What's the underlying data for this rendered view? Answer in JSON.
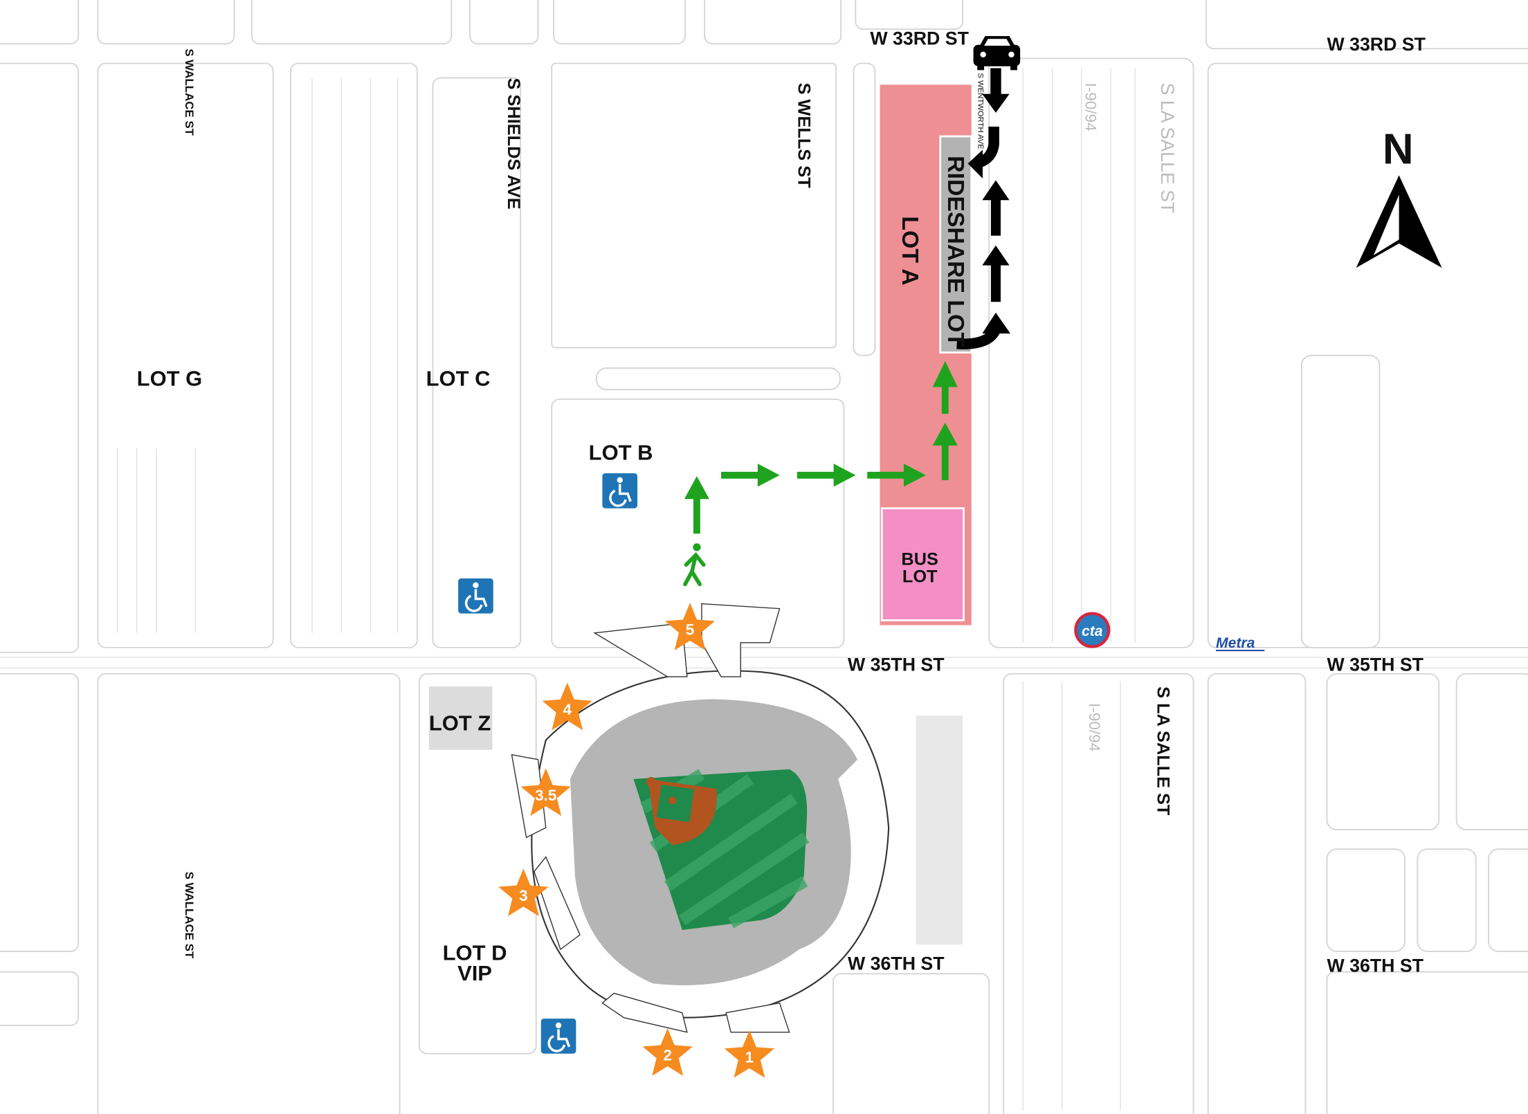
{
  "streets": {
    "w33_left": "W 33RD ST",
    "w33_right": "W 33RD ST",
    "w35_left": "W 35TH ST",
    "w35_right": "W 35TH ST",
    "w36_left": "W 36TH ST",
    "w36_right": "W 36TH ST",
    "wallace_top": "S WALLACE ST",
    "wallace_bottom": "S WALLACE ST",
    "shields": "S SHIELDS AVE",
    "wells": "S WELLS ST",
    "wentworth": "S WENTWORTH AVE",
    "lasalle_top": "S LA SALLE ST",
    "lasalle_bottom": "S LA SALLE ST",
    "interstate_top": "I-90/94",
    "interstate_bottom": "I-90/94"
  },
  "lots": {
    "g": "LOT G",
    "c": "LOT C",
    "b": "LOT B",
    "a": "LOT A",
    "rideshare": "RIDESHARE LOT",
    "bus_line1": "BUS",
    "bus_line2": "LOT",
    "z": "LOT Z",
    "d_line1": "LOT D",
    "d_line2": "VIP"
  },
  "gates": [
    "5",
    "4",
    "3.5",
    "3",
    "2",
    "1"
  ],
  "compass": {
    "label": "N",
    "icon": "north-arrow-icon"
  },
  "transit": {
    "cta": "cta",
    "metra": "Metra"
  },
  "icons": [
    "car-icon",
    "pedestrian-icon",
    "wheelchair-icon",
    "gate-star-icon"
  ],
  "colors": {
    "lot_a": "#ee8f93",
    "rideshare": "#b3b3b3",
    "bus_lot": "#f48fc6",
    "walk_arrow": "#1fa31f",
    "gate_star": "#f68b1f",
    "field": "#1f8a4c",
    "infield_dirt": "#b1541f",
    "seating": "#b5b5b5",
    "accessible": "#1f74b5",
    "cta": "#2b7bbf",
    "metra": "#1e4fa8"
  }
}
